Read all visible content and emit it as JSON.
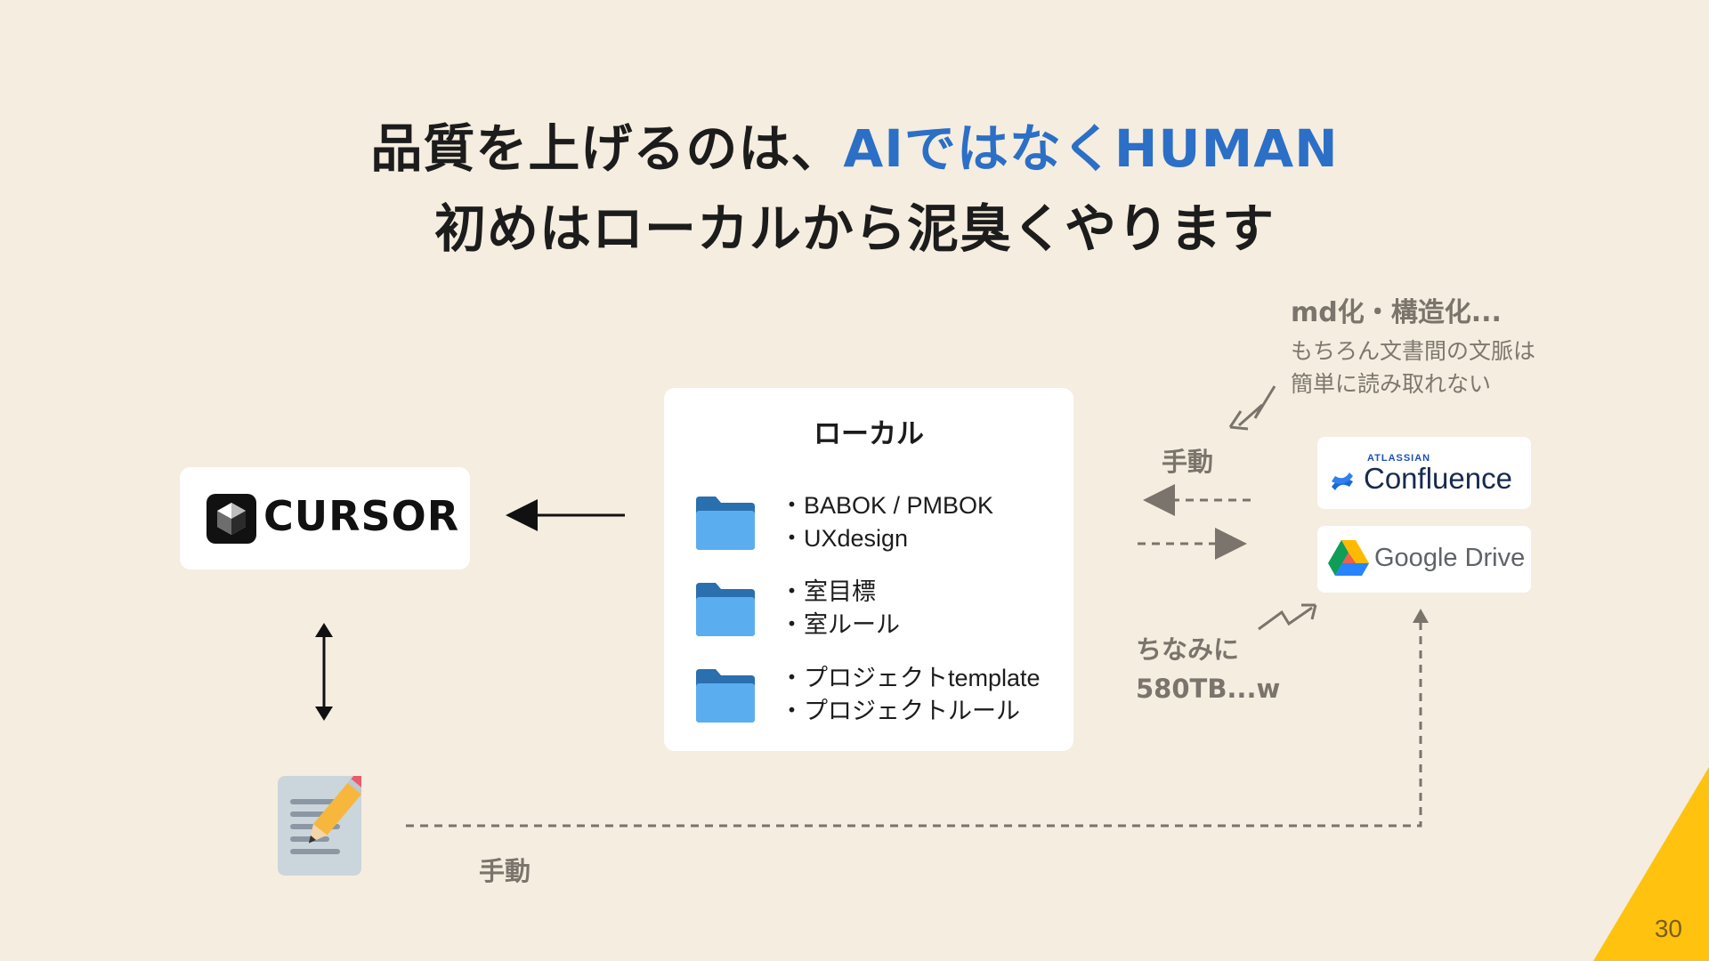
{
  "title": {
    "line1_prefix": "品質を上げるのは、",
    "line1_accent": "AIではなくHUMAN",
    "line2": "初めはローカルから泥臭くやります"
  },
  "cursor": {
    "logo_text": "CURSOR"
  },
  "local": {
    "heading": "ローカル",
    "groups": [
      {
        "items": [
          "BABOK / PMBOK",
          "UXdesign"
        ]
      },
      {
        "items": [
          "室目標",
          "室ルール"
        ]
      },
      {
        "items": [
          "プロジェクトtemplate",
          "プロジェクトルール"
        ]
      }
    ]
  },
  "right": {
    "manual_label": "手動",
    "confluence_brand": "ATLASSIAN",
    "confluence_name": "Confluence",
    "gdrive_name": "Google Drive"
  },
  "note_top": {
    "heading": "md化・構造化...",
    "line1": "もちろん文書間の文脈は",
    "line2": "簡単に読み取れない"
  },
  "note_bottom": {
    "line1": "ちなみに",
    "line2": "580TB...w"
  },
  "bottom_manual_label": "手動",
  "page_number": "30",
  "colors": {
    "accent": "#2b6fc7",
    "background": "#f5eddf",
    "corner": "#ffc20e",
    "folder": "#4aa3e8"
  }
}
